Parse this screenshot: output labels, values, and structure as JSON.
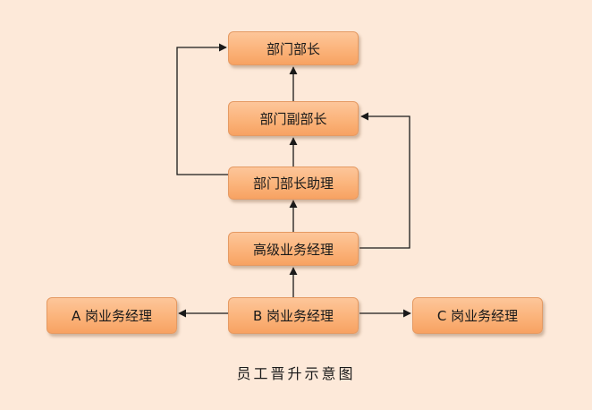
{
  "diagram": {
    "nodes": {
      "dept_head": "部门部长",
      "deputy_head": "部门副部长",
      "head_assistant": "部门部长助理",
      "senior_manager": "高级业务经理",
      "manager_a": "A 岗业务经理",
      "manager_b": "B 岗业务经理",
      "manager_c": "C 岗业务经理"
    },
    "caption": "员工晋升示意图"
  },
  "colors": {
    "background": "#fde9d9",
    "node_fill": "#fbb37a",
    "node_border": "#e59a63",
    "connector": "#1a1a1a"
  }
}
